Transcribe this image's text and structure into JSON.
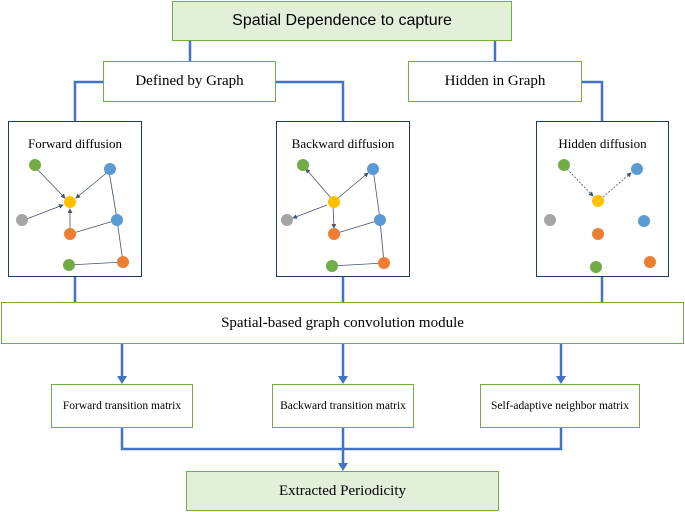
{
  "top_title": "Spatial Dependence to capture",
  "branch_left": "Defined by Graph",
  "branch_right": "Hidden in Graph",
  "panels": [
    {
      "title": "Forward diffusion"
    },
    {
      "title": "Backward diffusion"
    },
    {
      "title": "Hidden diffusion"
    }
  ],
  "module_label": "Spatial-based graph convolution module",
  "matrices": [
    {
      "label": "Forward transition matrix"
    },
    {
      "label": "Backward transition matrix"
    },
    {
      "label": "Self-adaptive neighbor matrix"
    }
  ],
  "output_label": "Extracted Periodicity",
  "colors": {
    "connector": "#4472c4",
    "box_green_fill": "#e2efd9",
    "box_green_border": "#70ad47",
    "panel_border": "#1f3864",
    "node_green": "#70ad47",
    "node_blue": "#5b9bd5",
    "node_gray": "#a5a5a5",
    "node_yellow": "#ffc000",
    "node_orange": "#ed7d31"
  }
}
